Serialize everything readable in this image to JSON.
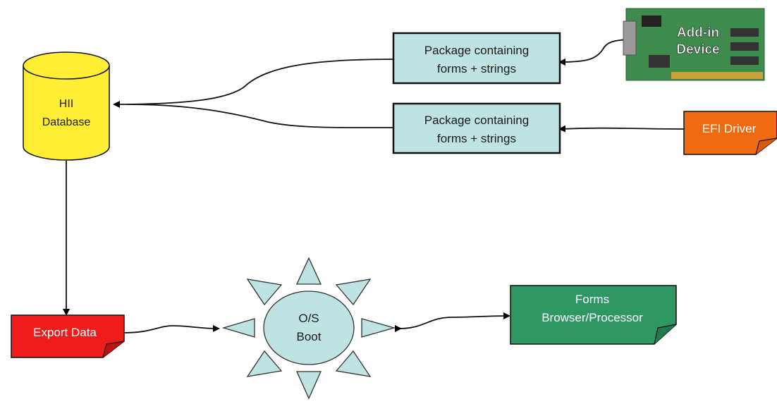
{
  "database": {
    "line1": "HII",
    "line2": "Database"
  },
  "package_top": {
    "line1": "Package containing",
    "line2": "forms + strings"
  },
  "package_bottom": {
    "line1": "Package containing",
    "line2": "forms + strings"
  },
  "add_in_device": {
    "line1": "Add-in",
    "line2": "Device"
  },
  "efi_driver": {
    "label": "EFI Driver"
  },
  "export_data": {
    "label": "Export Data"
  },
  "os_boot": {
    "line1": "O/S",
    "line2": "Boot"
  },
  "forms_browser": {
    "line1": "Forms",
    "line2": "Browser/Processor"
  },
  "colors": {
    "database_fill": "#ffee33",
    "package_fill": "#bfe3e3",
    "efi_driver_fill": "#f06a12",
    "export_data_fill": "#ee1c1c",
    "forms_browser_fill": "#2e9763",
    "os_boot_fill": "#bfe3e3",
    "card_fill": "#3f8a4d"
  }
}
